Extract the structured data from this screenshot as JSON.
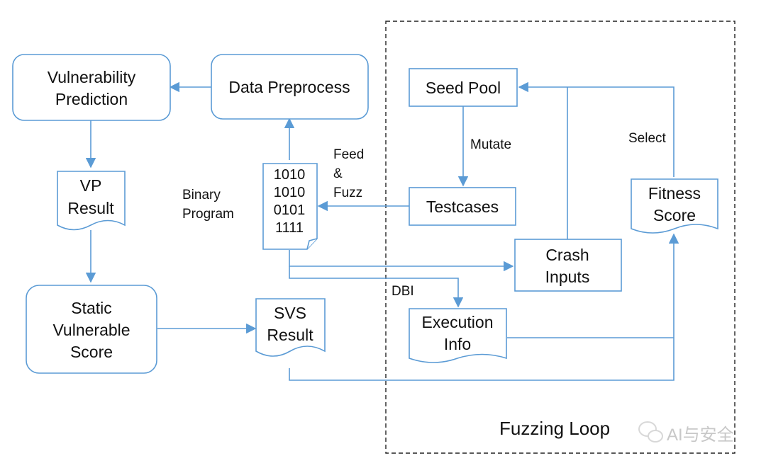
{
  "nodes": {
    "vulnerability_prediction": [
      "Vulnerability",
      "Prediction"
    ],
    "data_preprocess": [
      "Data Preprocess"
    ],
    "seed_pool": [
      "Seed Pool"
    ],
    "vp_result": [
      "VP",
      "Result"
    ],
    "binary_program_bits": [
      "1010",
      "1010",
      "0101",
      "1111"
    ],
    "testcases": [
      "Testcases"
    ],
    "fitness_score": [
      "Fitness",
      "Score"
    ],
    "crash_inputs": [
      "Crash",
      "Inputs"
    ],
    "static_vulnerable_score": [
      "Static",
      "Vulnerable",
      "Score"
    ],
    "svs_result": [
      "SVS",
      "Result"
    ],
    "execution_info": [
      "Execution",
      "Info"
    ]
  },
  "labels": {
    "binary_program": [
      "Binary",
      "Program"
    ],
    "feed_fuzz": [
      "Feed",
      "&",
      "Fuzz"
    ],
    "mutate": "Mutate",
    "select": "Select",
    "dbi": "DBI",
    "fuzzing_loop": "Fuzzing Loop"
  },
  "watermark": "AI与安全",
  "colors": {
    "line": "#5b9bd5",
    "text": "#111111",
    "dashed_border": "#222222",
    "watermark": "#c8c8c8"
  }
}
